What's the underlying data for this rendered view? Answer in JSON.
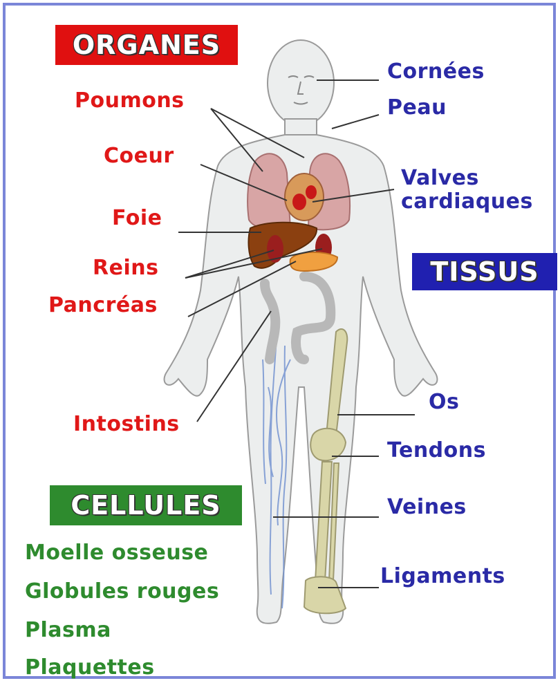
{
  "headers": {
    "organes": "ORGANES",
    "tissus": "TISSUS",
    "cellules": "CELLULES"
  },
  "organes": [
    "Poumons",
    "Coeur",
    "Foie",
    "Reins",
    "Pancréas",
    "Intostins"
  ],
  "tissus": [
    "Cornées",
    "Peau",
    "Valves",
    "cardiaques",
    "Os",
    "Tendons",
    "Veines",
    "Ligaments"
  ],
  "cellules": [
    "Moelle osseuse",
    "Globules rouges",
    "Plasma",
    "Plaquettes"
  ],
  "colors": {
    "organes": "#e01818",
    "tissus": "#2a2aa6",
    "cellules": "#2e8b2e",
    "frame": "#7b86d8"
  }
}
